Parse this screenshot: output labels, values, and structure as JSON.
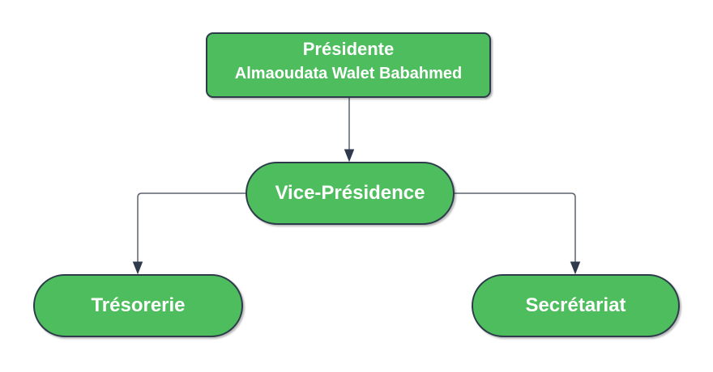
{
  "org_chart": {
    "nodes": {
      "presidente": {
        "title": "Présidente",
        "subtitle": "Almaoudata Walet Babahmed"
      },
      "vice_presidence": {
        "label": "Vice-Présidence"
      },
      "tresorerie": {
        "label": "Trésorerie"
      },
      "secretariat": {
        "label": "Secrétariat"
      }
    },
    "colors": {
      "background": "#ffffff",
      "node-fill": "#4dbd5e",
      "node-border": "#2d3b4a",
      "node-text": "#ffffff",
      "connector-line": "#5a646e",
      "arrowhead": "#2f3b4c"
    }
  }
}
